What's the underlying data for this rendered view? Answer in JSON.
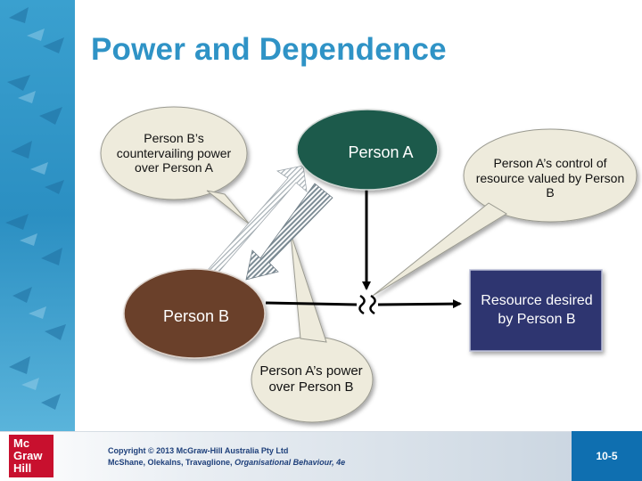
{
  "slide": {
    "title": "Power and Dependence",
    "page_number": "10-5"
  },
  "nodes": {
    "person_a": "Person A",
    "person_b": "Person B",
    "resource": "Resource desired by Person B"
  },
  "callouts": {
    "countervailing": "Person B’s countervailing power over Person A",
    "control": "Person A’s control of resource valued by Person B",
    "power": "Person A’s power over Person B"
  },
  "footer": {
    "logo_lines": [
      "Mc",
      "Graw",
      "Hill"
    ],
    "copyright": "Copyright © 2013 McGraw-Hill Australia Pty Ltd",
    "authors": "McShane, Olekalns, Travaglione, ",
    "book_title": "Organisational Behaviour, 4e"
  },
  "colors": {
    "title": "#2f93c6",
    "person_a_fill": "#1e5a4c",
    "person_b_fill": "#6b3f2a",
    "resource_fill": "#2d3470",
    "callout_fill": "#eeebdc",
    "page_box": "#0f6fb0",
    "logo_red": "#c8102e"
  }
}
